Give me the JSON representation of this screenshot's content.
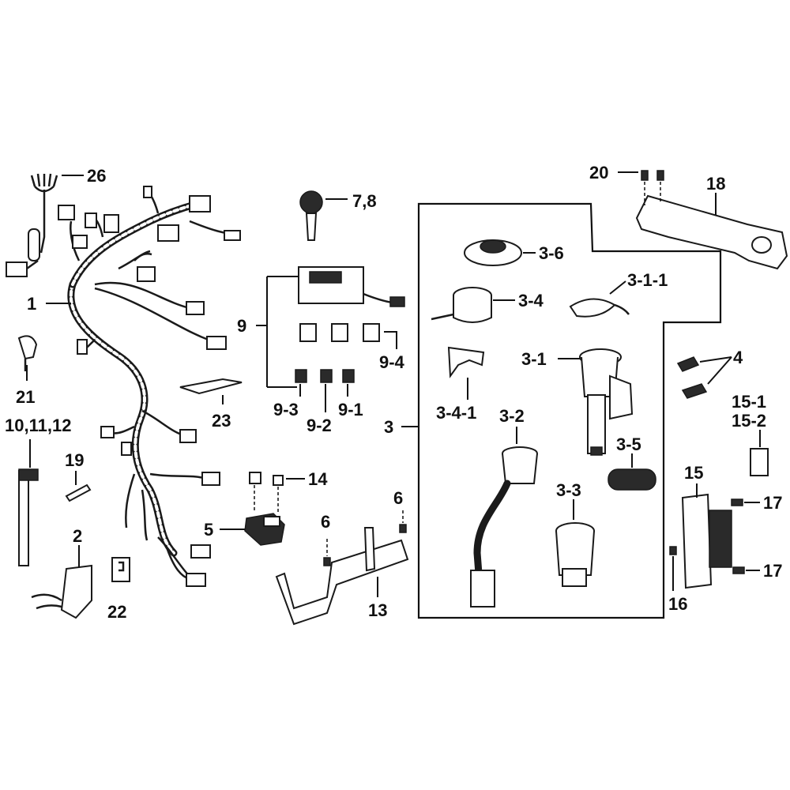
{
  "labels": {
    "p1": "1",
    "p2": "2",
    "p3": "3",
    "p3_1": "3-1",
    "p3_1_1": "3-1-1",
    "p3_2": "3-2",
    "p3_3": "3-3",
    "p3_4": "3-4",
    "p3_4_1": "3-4-1",
    "p3_5": "3-5",
    "p3_6": "3-6",
    "p4": "4",
    "p5": "5",
    "p6a": "6",
    "p6b": "6",
    "p7_8": "7,8",
    "p9": "9",
    "p9_1": "9-1",
    "p9_2": "9-2",
    "p9_3": "9-3",
    "p9_4": "9-4",
    "p10_11_12": "10,11,12",
    "p13": "13",
    "p14": "14",
    "p15": "15",
    "p15_1": "15-1",
    "p15_2": "15-2",
    "p16": "16",
    "p17a": "17",
    "p17b": "17",
    "p18": "18",
    "p19": "19",
    "p20": "20",
    "p21": "21",
    "p22": "22",
    "p23": "23",
    "p26": "26"
  }
}
